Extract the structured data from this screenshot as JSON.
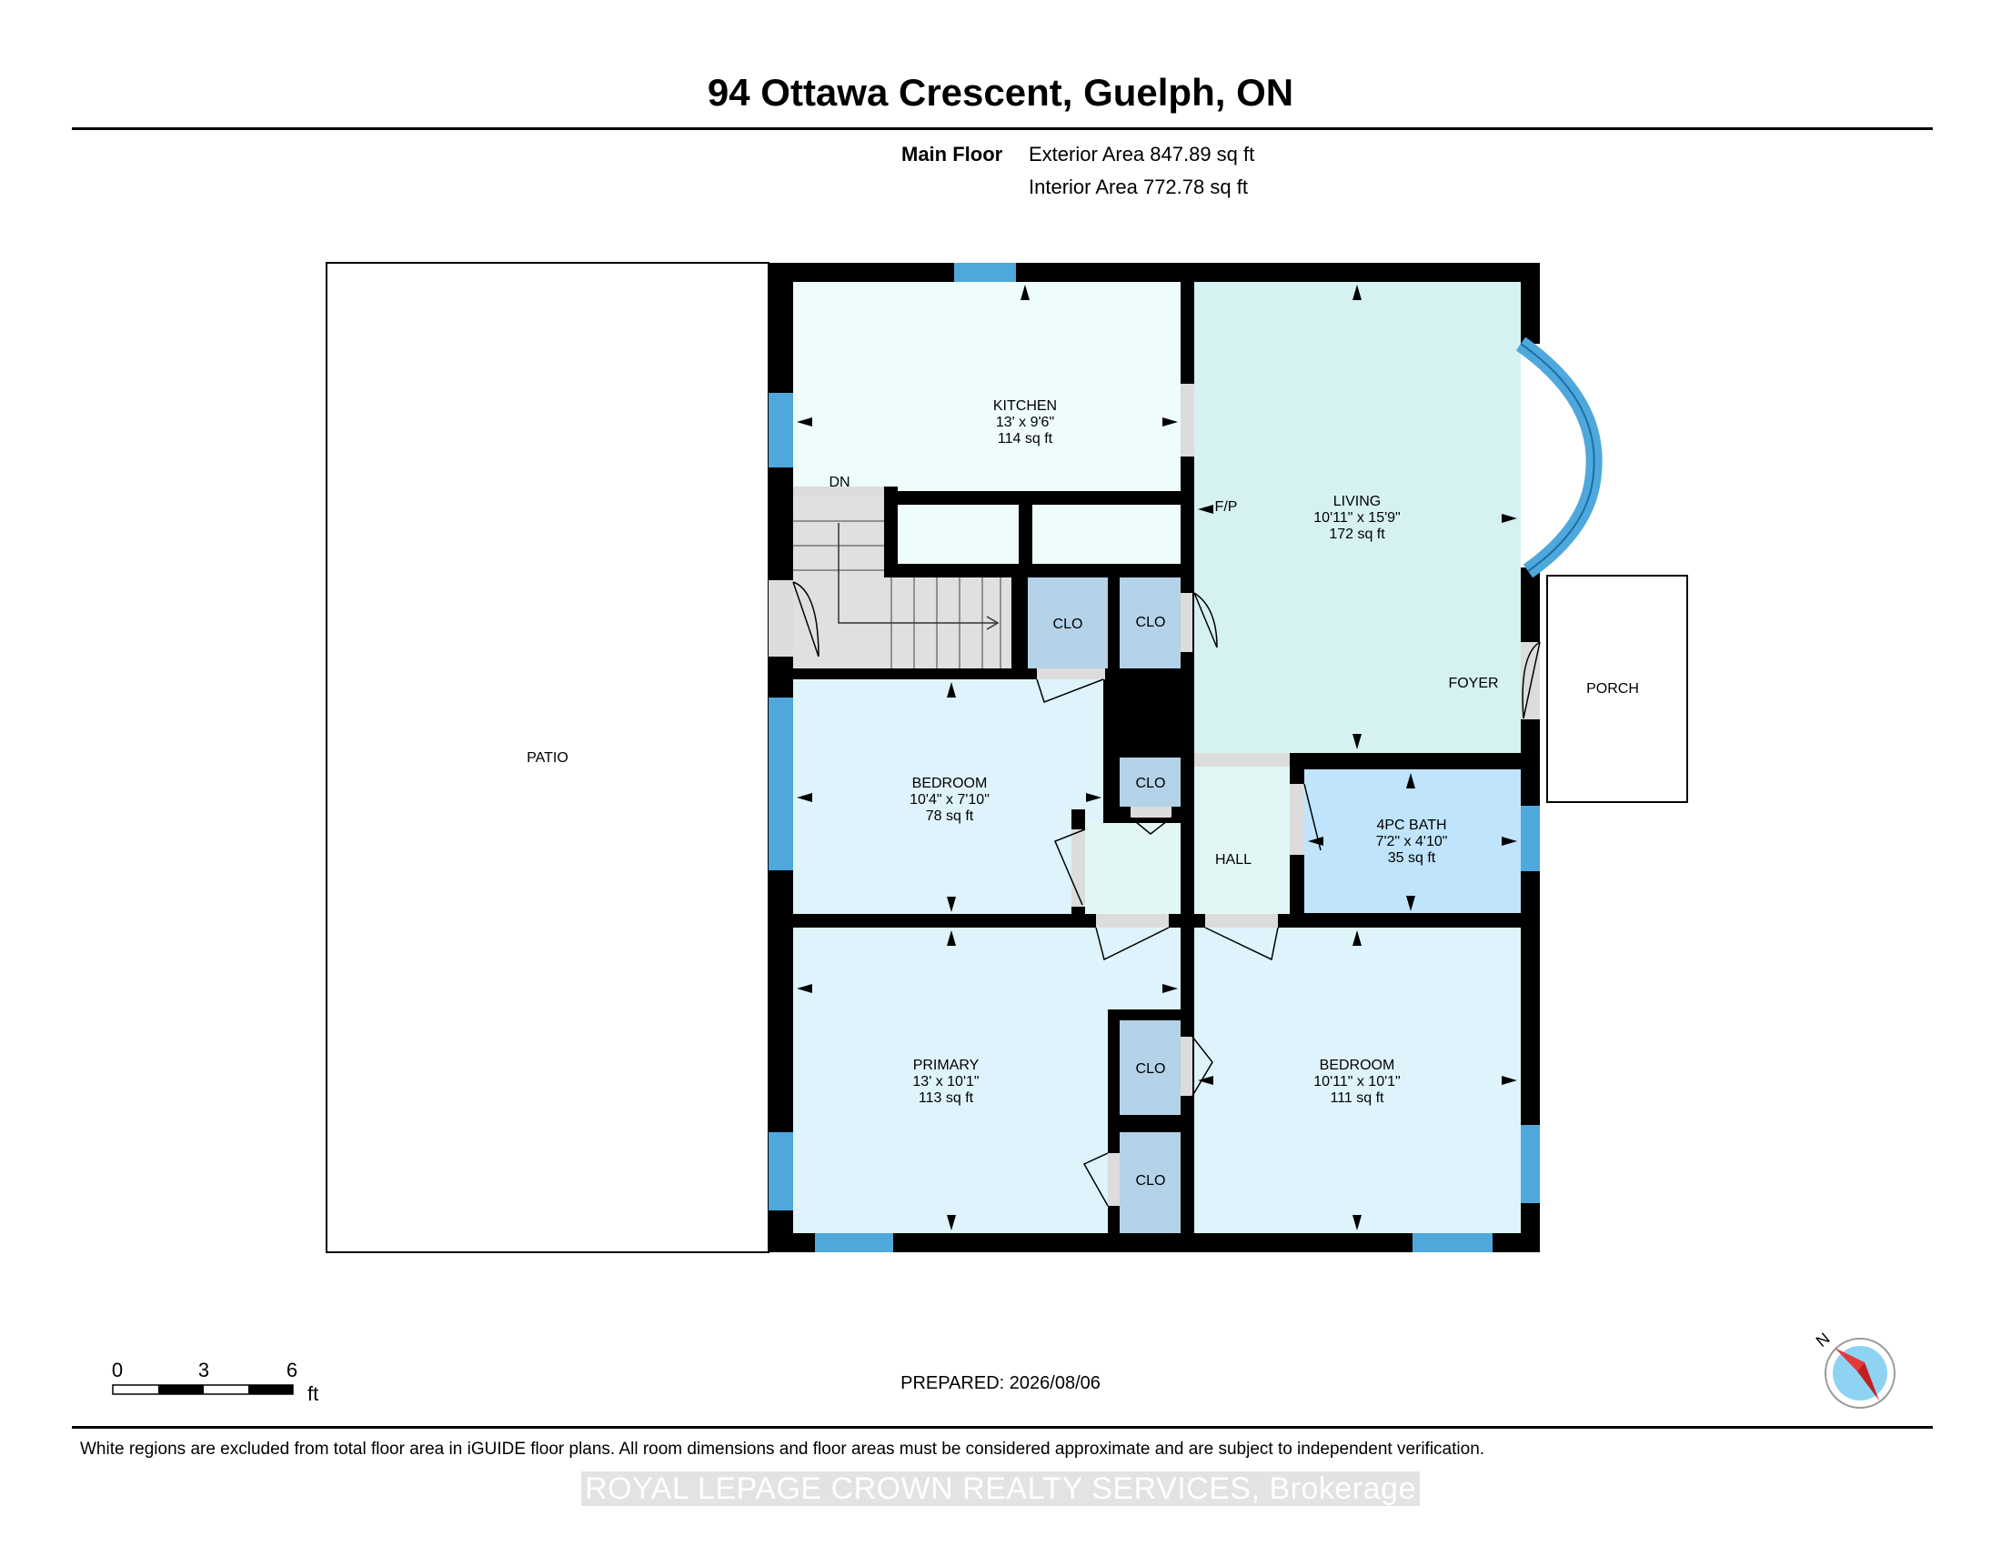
{
  "header": {
    "title": "94 Ottawa Crescent, Guelph, ON",
    "floor_name": "Main Floor",
    "exterior_area": "Exterior Area 847.89 sq ft",
    "interior_area": "Interior Area 772.78 sq ft"
  },
  "rooms": {
    "kitchen": {
      "name": "KITCHEN",
      "dims": "13' x 9'6\"",
      "area": "114 sq ft"
    },
    "living": {
      "name": "LIVING",
      "dims": "10'11\" x 15'9\"",
      "area": "172 sq ft"
    },
    "bedroom1": {
      "name": "BEDROOM",
      "dims": "10'4\" x 7'10\"",
      "area": "78 sq ft"
    },
    "bath": {
      "name": "4PC BATH",
      "dims": "7'2\" x 4'10\"",
      "area": "35 sq ft"
    },
    "primary": {
      "name": "PRIMARY",
      "dims": "13' x 10'1\"",
      "area": "113 sq ft"
    },
    "bedroom2": {
      "name": "BEDROOM",
      "dims": "10'11\" x 10'1\"",
      "area": "111 sq ft"
    }
  },
  "labels": {
    "patio": "PATIO",
    "porch": "PORCH",
    "foyer": "FOYER",
    "hall": "HALL",
    "fp": "F/P",
    "dn": "DN",
    "clo": "CLO"
  },
  "scale": {
    "t0": "0",
    "t1": "3",
    "t2": "6",
    "unit": "ft"
  },
  "compass": {
    "label": "N"
  },
  "footer": {
    "prepared": "PREPARED: 2026/08/06",
    "disclaimer": "White regions are excluded from total floor area in iGUIDE floor plans. All room dimensions and floor areas must be considered approximate and are subject to independent verification.",
    "watermark": "ROYAL LEPAGE CROWN REALTY SERVICES, Brokerage"
  },
  "colors": {
    "wall": "#000000",
    "window": "#4fa8dc",
    "kitchen": "#eefcfc",
    "living": "#d6f1f1",
    "bedroom": "#def3fc",
    "hall": "#e3f6f6",
    "bath": "#bfe4fb",
    "closet": "#b4d2e8",
    "stair": "#e0e0e0"
  }
}
